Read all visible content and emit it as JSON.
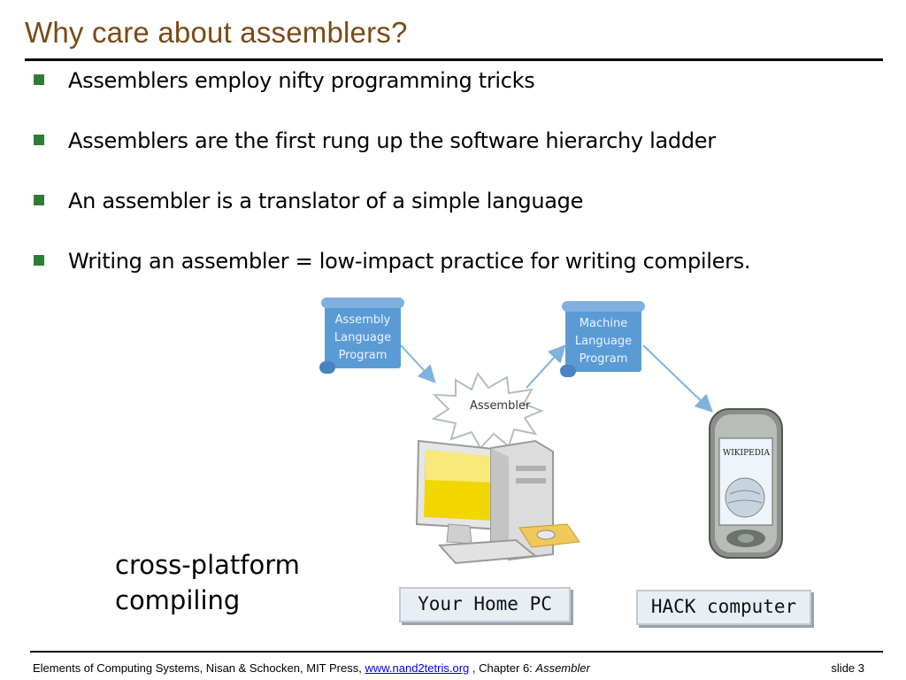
{
  "title": "Why care about assemblers?",
  "bullets": [
    "Assemblers employ nifty programming tricks",
    "Assemblers are the first rung up the software hierarchy ladder",
    "An assembler is a translator of a simple language",
    "Writing an assembler = low-impact practice for writing compilers."
  ],
  "diagram": {
    "source_scroll": [
      "Assembly",
      "Language",
      "Program"
    ],
    "target_scroll": [
      "Machine",
      "Language",
      "Program"
    ],
    "translator_label": "Assembler",
    "pc_label": "Your Home PC",
    "hack_label": "HACK computer",
    "phone_screen_text": "WIKIPEDIA"
  },
  "caption": [
    "cross-platform",
    "compiling"
  ],
  "footer": {
    "prefix": "Elements of Computing Systems, Nisan & Schocken, MIT Press, ",
    "link": "www.nand2tetris.org",
    "middle": " , Chapter 6: ",
    "chapter": "Assembler",
    "slide": "slide 3"
  },
  "colors": {
    "title": "#7a4a16",
    "bullet": "#2e7d32",
    "scroll": "#5b9bd5",
    "arrow": "#7fb3de",
    "link": "#0000ee"
  }
}
